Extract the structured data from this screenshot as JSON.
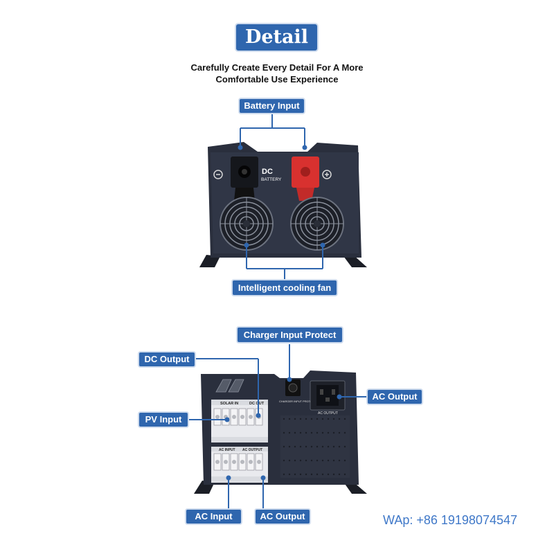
{
  "header": {
    "title": "Detail",
    "subtitle_line1": "Carefully Create Every Detail For A More",
    "subtitle_line2": "Comfortable Use Experience"
  },
  "front_view": {
    "battery_input_label": "Battery Input",
    "cooling_fan_label": "Intelligent cooling fan",
    "panel_text_dc": "DC",
    "panel_text_battery": "BATTERY"
  },
  "rear_view": {
    "charger_input_protect_label": "Charger Input Protect",
    "dc_output_label": "DC Output",
    "pv_input_label": "PV Input",
    "ac_output_socket_label": "AC Output",
    "ac_input_label": "AC Input",
    "ac_output_terminal_label": "AC Output",
    "panel_solar_in": "SOLAR IN",
    "panel_dc_out": "DC OUT",
    "panel_ac_input": "AC INPUT",
    "panel_ac_output": "AC OUTPUT",
    "panel_charger_input_protect": "CHARGER INPUT PROTECT",
    "panel_ac_output_socket": "AC OUTPUT"
  },
  "watermark": "WAp: +86 19198074547",
  "colors": {
    "accent": "#2f66ae",
    "device_body": "#2a2f3d",
    "positive_terminal": "#d8312f"
  }
}
